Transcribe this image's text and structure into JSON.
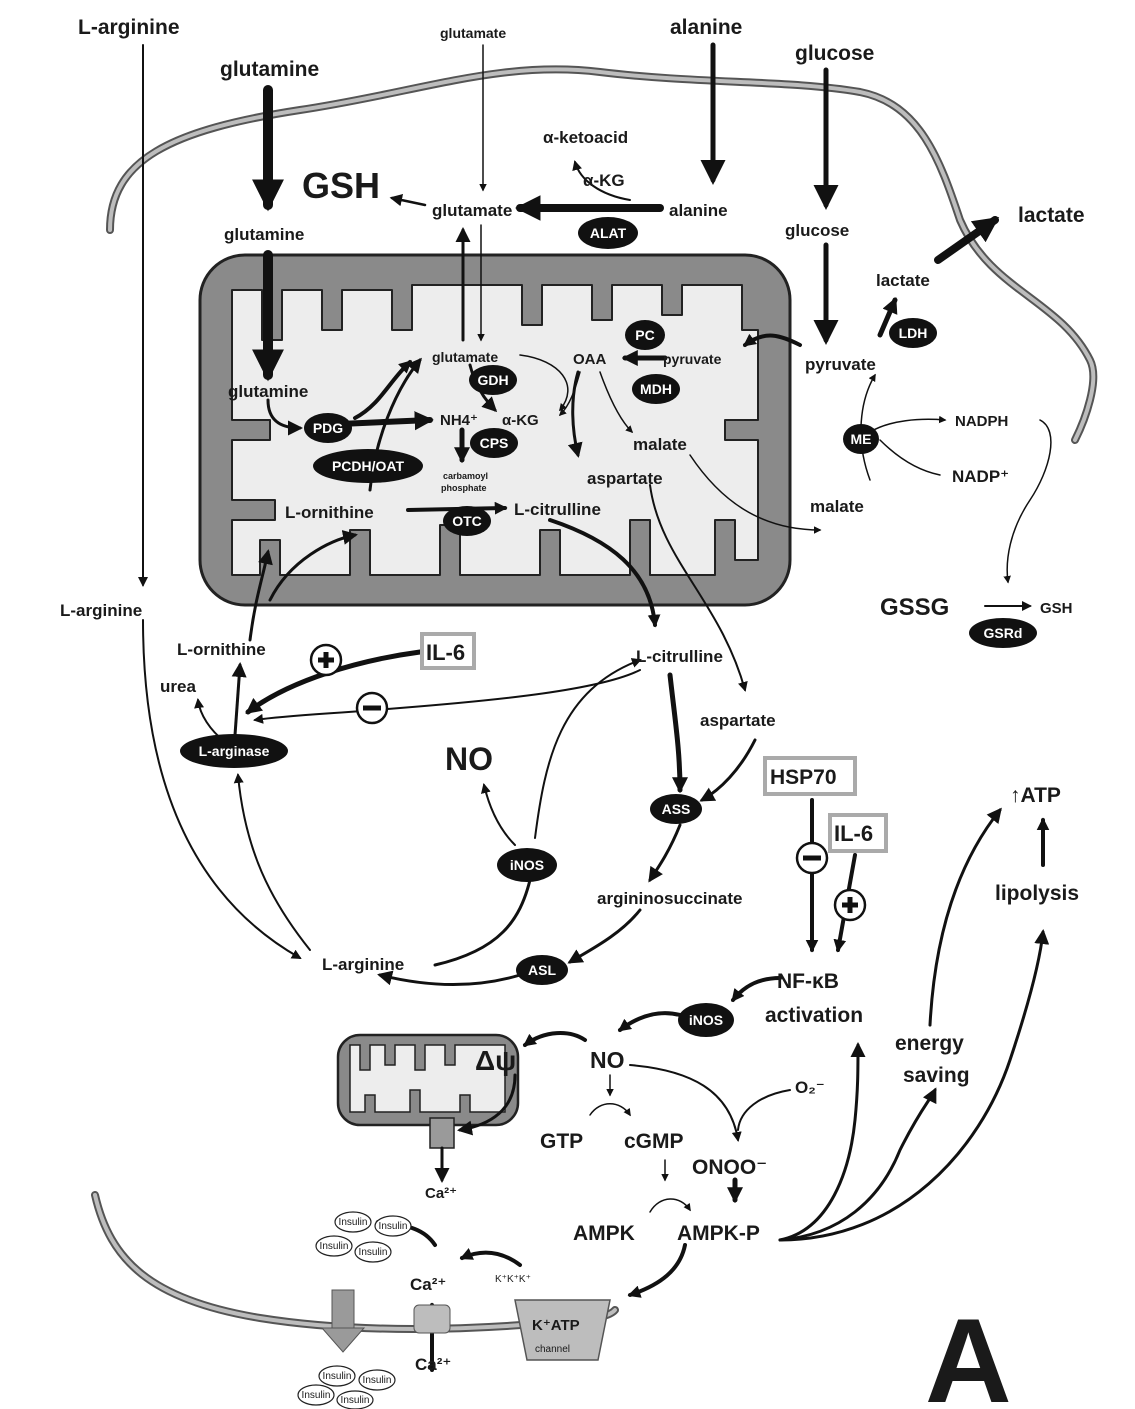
{
  "panel_letter": "A",
  "outside": {
    "l_arginine_top": "L-arginine",
    "glutamine_top": "glutamine",
    "glutamate_top": "glutamate",
    "alanine_top": "alanine",
    "glucose_top": "glucose",
    "lactate_out": "lactate"
  },
  "cytosol": {
    "gsh": "GSH",
    "glutamate": "glutamate",
    "alpha_kg": "α-KG",
    "alpha_ketoacid": "α-ketoacid",
    "alanine": "alanine",
    "glutamine": "glutamine",
    "glucose": "glucose",
    "lactate": "lactate",
    "pyruvate": "pyruvate",
    "malate": "malate",
    "nadph": "NADPH",
    "nadp": "NADP⁺",
    "gssg": "GSSG",
    "gsh_small": "GSH",
    "l_arginine_left": "L-arginine"
  },
  "mito": {
    "glutamate": "glutamate",
    "glutamine": "glutamine",
    "nh4": "NH4⁺",
    "alpha_kg": "α-KG",
    "oaa": "OAA",
    "pyruvate": "pyruvate",
    "malate": "malate",
    "aspartate": "aspartate",
    "carbamoyl_1": "carbamoyl",
    "carbamoyl_2": "phosphate",
    "l_ornithine": "L-ornithine",
    "l_citrulline": "L-citrulline"
  },
  "urea_cycle": {
    "l_ornithine": "L-ornithine",
    "urea": "urea",
    "l_citrulline": "L-citrulline",
    "aspartate": "aspartate",
    "no": "NO",
    "argininosuccinate": "argininosuccinate",
    "l_arginine": "L-arginine"
  },
  "enzymes": {
    "alat": "ALAT",
    "ldh": "LDH",
    "pc": "PC",
    "mdh": "MDH",
    "gdh": "GDH",
    "cps": "CPS",
    "pdg": "PDG",
    "pcdh_oat": "PCDH/OAT",
    "otc": "OTC",
    "me": "ME",
    "gsrd": "GSRd",
    "l_arginase": "L-arginase",
    "inos_1": "iNOS",
    "ass": "ASS",
    "asl": "ASL",
    "inos_2": "iNOS"
  },
  "regulators": {
    "il6_top": "IL-6",
    "hsp70": "HSP70",
    "il6_right": "IL-6",
    "plus": "+",
    "minus": "−"
  },
  "signaling": {
    "nfkb": "NF-κB",
    "activation": "activation",
    "up_atp": "↑ATP",
    "lipolysis": "lipolysis",
    "energy": "energy",
    "saving": "saving",
    "no": "NO",
    "delta_psi": "Δψ",
    "o2": "O₂⁻",
    "gtp": "GTP",
    "cgmp": "cGMP",
    "onoo": "ONOO⁻",
    "ampk": "AMPK",
    "ampk_p": "AMPK-P",
    "ca_cyt": "Ca²⁺",
    "ca_mid": "Ca²⁺",
    "ca_bottom": "Ca²⁺",
    "k_ions": "K⁺K⁺K⁺",
    "k_atp": "K⁺ATP",
    "channel": "channel",
    "insulin": "Insulin"
  },
  "colors": {
    "mito_outer": "#8a8a8a",
    "mito_inner": "#ededed",
    "membrane": "#bdbdbd",
    "enzyme_fill": "#111111",
    "regulator_box": "#d4d4d4"
  }
}
